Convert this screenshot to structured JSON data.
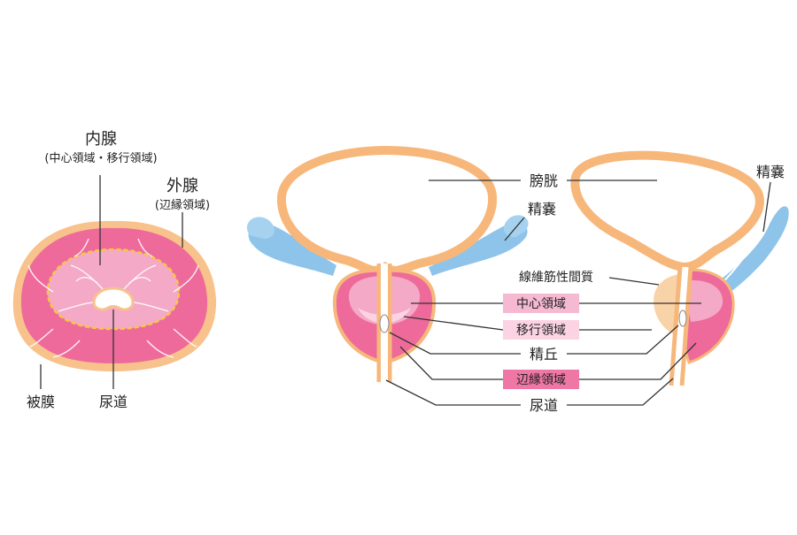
{
  "labels": {
    "inner_gland": "内腺",
    "inner_gland_sub": "(中心領域・移行領域)",
    "outer_gland": "外腺",
    "outer_gland_sub": "(辺縁領域)",
    "capsule": "被膜",
    "urethra_left": "尿道",
    "bladder": "膀胱",
    "seminal_vesicle_left": "精嚢",
    "seminal_vesicle_right": "精嚢",
    "fibromuscular_stroma": "線維筋性間質",
    "central_zone": "中心領域",
    "transition_zone": "移行領域",
    "verumontanum": "精丘",
    "peripheral_zone": "辺縁領域",
    "urethra_right": "尿道"
  },
  "colors": {
    "capsule_orange": "#f7b77a",
    "peripheral_pink": "#ee6a9a",
    "inner_pink": "#f4a9c6",
    "vesicle_blue": "#8ec4ea",
    "central_box": "#f6b9d2",
    "transition_box": "#fbd3e2",
    "peripheral_box": "#ef77a6"
  }
}
